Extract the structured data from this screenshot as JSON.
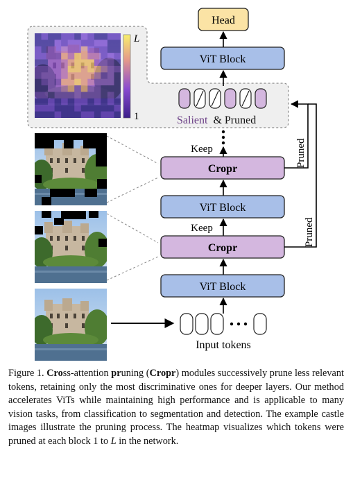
{
  "figure": {
    "head_label": "Head",
    "vit_block_label": "ViT Block",
    "cropr_label": "Cropr",
    "keep_label": "Keep",
    "pruned_label": "Pruned",
    "salient_word": "Salient",
    "pruned_word": "& Pruned",
    "input_tokens_label": "Input tokens",
    "heatmap_scale_top": "L",
    "heatmap_scale_bottom": "1",
    "colors": {
      "head_fill": "#fbe3a5",
      "vit_fill": "#a8bfe8",
      "cropr_fill": "#d4b7df",
      "salient_fill": "#d4b7df",
      "salient_text": "#6b3f86",
      "sky": "#8fb7e3",
      "castle": "#c9b9a4",
      "foliage": "#3f6b2e",
      "water": "#4d6f8e"
    }
  },
  "caption": {
    "figure_label": "Figure 1.",
    "t1_bold": "Cro",
    "t1_rest": "ss-attention ",
    "t2_bold": "pr",
    "t2_rest": "uning (",
    "t3_bold": "Cropr",
    "t3_rest": ") modules successively prune less relevant tokens, retaining only the most discriminative ones for deeper layers. Our method accelerates ViTs while maintaining high performance and is applicable to many vision tasks, from classification to segmentation and detection. The example castle images illustrate the pruning process. The heatmap visualizes which tokens were pruned at each block 1 to ",
    "t4_italic": "L",
    "t4_rest": " in the network."
  }
}
